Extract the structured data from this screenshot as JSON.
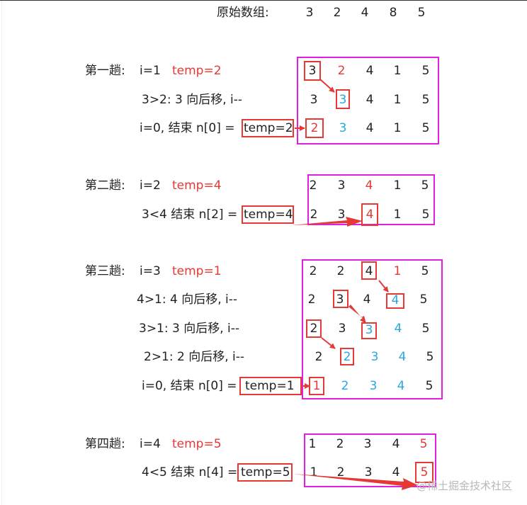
{
  "header": {
    "label": "原始数组:",
    "values": [
      "3",
      "2",
      "4",
      "8",
      "5"
    ]
  },
  "passes": [
    {
      "title": "第一趟:",
      "i": "i=1",
      "temp": "temp=2",
      "steps": [
        "3>2:  3 向后移, i--"
      ],
      "end_prefix": "i=0, 结束  n[0] =",
      "end_temp": "temp=2",
      "rows": [
        [
          "3",
          "2",
          "4",
          "1",
          "5"
        ],
        [
          "3",
          "3",
          "4",
          "1",
          "5"
        ],
        [
          "2",
          "3",
          "4",
          "1",
          "5"
        ]
      ]
    },
    {
      "title": "第二趟:",
      "i": "i=2",
      "temp": "temp=4",
      "end_prefix": "3<4 结束  n[2] =",
      "end_temp": "temp=4",
      "rows": [
        [
          "2",
          "3",
          "4",
          "1",
          "5"
        ],
        [
          "2",
          "3",
          "4",
          "1",
          "5"
        ]
      ]
    },
    {
      "title": "第三趟:",
      "i": "i=3",
      "temp": "temp=1",
      "steps": [
        "4>1:   4 向后移, i--",
        "3>1:   3 向后移, i--",
        "2>1:   2 向后移, i--"
      ],
      "end_prefix": "i=0, 结束  n[0] =",
      "end_temp": "temp=1",
      "rows": [
        [
          "2",
          "2",
          "4",
          "1",
          "5"
        ],
        [
          "2",
          "3",
          "4",
          "4",
          "5"
        ],
        [
          "2",
          "3",
          "3",
          "4",
          "5"
        ],
        [
          "2",
          "2",
          "3",
          "4",
          "5"
        ],
        [
          "1",
          "2",
          "3",
          "4",
          "5"
        ]
      ]
    },
    {
      "title": "第四趟:",
      "i": "i=4",
      "temp": "temp=5",
      "end_prefix": "4<5 结束  n[4] =",
      "end_temp": "temp=5",
      "rows": [
        [
          "1",
          "2",
          "3",
          "4",
          "5"
        ],
        [
          "1",
          "2",
          "3",
          "4",
          "5"
        ]
      ]
    }
  ],
  "watermark": "@稀土掘金技术社区",
  "colors": {
    "highlight_red": "#e53935",
    "shifted_blue": "#29a8e0",
    "frame_magenta": "#e020e0"
  }
}
